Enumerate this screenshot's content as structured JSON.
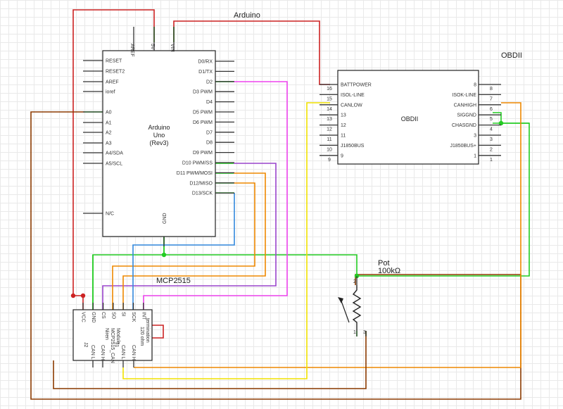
{
  "title_arduino": "Arduino",
  "title_obd": "OBDII",
  "arduino": {
    "name_line1": "Arduino",
    "name_line2": "Uno",
    "name_line3": "(Rev3)",
    "top_pins": [
      "AREF",
      "5V",
      "VIN"
    ],
    "left_pins": [
      "RESET",
      "RESET2",
      "AREF",
      "ioref",
      "A0",
      "A1",
      "A2",
      "A3",
      "A4/SDA",
      "A5/SCL",
      "N/C"
    ],
    "right_pins": [
      "D0/RX",
      "D1/TX",
      "D2",
      "D3 PWM",
      "D4",
      "D5 PWM",
      "D6 PWM",
      "D7",
      "D8",
      "D9 PWM",
      "D10 PWM/SS",
      "D11 PWM/MOSI",
      "D12/MISO",
      "D13/SCK"
    ],
    "bottom_pin": "GND"
  },
  "obd": {
    "name": "OBDII",
    "left_pins": [
      {
        "num": "16",
        "label": "BATTPOWER"
      },
      {
        "num": "15",
        "label": "ISOL-LINE"
      },
      {
        "num": "14",
        "label": "CANLOW"
      },
      {
        "num": "13",
        "label": "13"
      },
      {
        "num": "12",
        "label": "12"
      },
      {
        "num": "11",
        "label": "11"
      },
      {
        "num": "10",
        "label": "J1850BUS"
      },
      {
        "num": "9",
        "label": "9"
      }
    ],
    "right_pins": [
      {
        "num": "8",
        "label": "8"
      },
      {
        "num": "7",
        "label": "ISOK-LINE"
      },
      {
        "num": "6",
        "label": "CANHIGH"
      },
      {
        "num": "5",
        "label": "SIGGND"
      },
      {
        "num": "4",
        "label": "CHASGND"
      },
      {
        "num": "3",
        "label": "3"
      },
      {
        "num": "2",
        "label": "J1850BUS+"
      },
      {
        "num": "1",
        "label": "1"
      }
    ]
  },
  "mcp": {
    "title": "MCP2515",
    "top_pins": [
      "VCC",
      "GND",
      "CS",
      "SO",
      "SI",
      "SCK",
      "INT"
    ],
    "body_line1": "Niren",
    "body_line2": "MCP2515_CAN",
    "body_line3": "Module",
    "termination_line1": "120 ohm",
    "termination_line2": "termination",
    "bottom_labels": [
      "J2",
      "CAN L",
      "CAN H",
      "J1",
      "CAN L",
      "CAN H"
    ]
  },
  "pot": {
    "title": "Pot",
    "value": "100kΩ",
    "pin_top": "2",
    "pin_left": "1",
    "pin_right": "3"
  },
  "colors": {
    "red": "#cc2222",
    "green": "#22cc22",
    "pink": "#ee44ee",
    "purple": "#9944cc",
    "orange": "#ee8800",
    "blue": "#3388dd",
    "brown": "#8b3a00",
    "yellow": "#f2e200"
  }
}
